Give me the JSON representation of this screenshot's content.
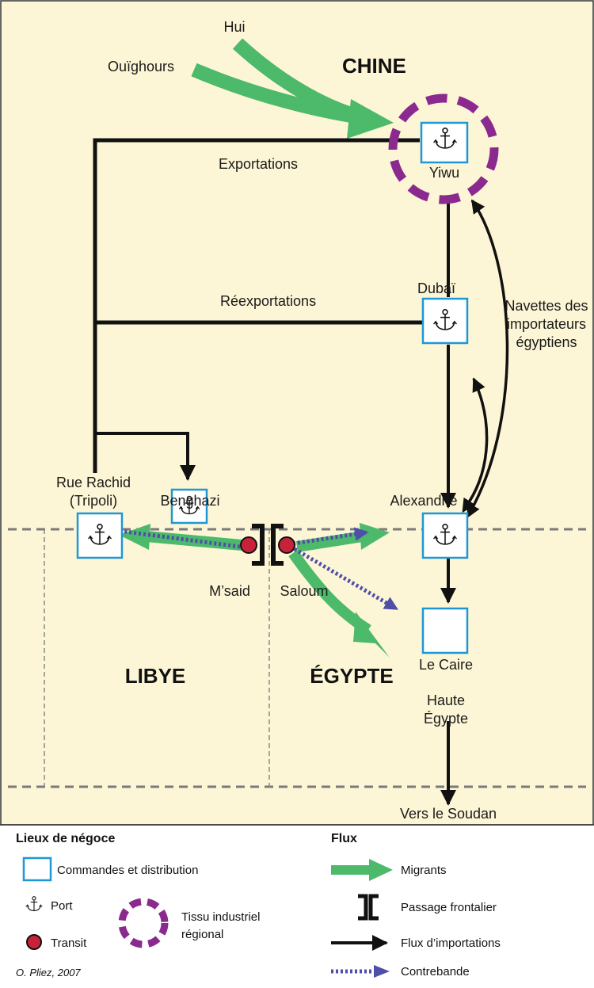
{
  "map": {
    "regions": {
      "china": "CHINE",
      "libya": "LIBYE",
      "egypt": "ÉGYPTE"
    },
    "groups": {
      "hui": "Hui",
      "uyghurs": "Ouïghours"
    },
    "places": {
      "yiwu": "Yiwu",
      "dubai": "Dubaï",
      "alexandria": "Alexandrie",
      "cairo": "Le Caire",
      "rue_rachid_1": "Rue Rachid",
      "rue_rachid_2": "(Tripoli)",
      "benghazi": "Benghazi",
      "msaid": "M’said",
      "saloum": "Saloum",
      "upper_egypt_1": "Haute",
      "upper_egypt_2": "Égypte",
      "sudan": "Vers le Soudan"
    },
    "flow_labels": {
      "exports": "Exportations",
      "reexports": "Réexportations",
      "shuttles_1": "Navettes des",
      "shuttles_2": "importateurs",
      "shuttles_3": "égyptiens"
    }
  },
  "legend": {
    "places_title": "Lieux de négoce",
    "flows_title": "Flux",
    "orders": "Commandes et distribution",
    "port": "Port",
    "transit": "Transit",
    "industrial_1": "Tissu industriel",
    "industrial_2": "régional",
    "migrants": "Migrants",
    "border": "Passage frontalier",
    "imports": "Flux d’importations",
    "smuggling": "Contrebande",
    "credit": "O. Pliez, 2007"
  },
  "colors": {
    "background": "#fdf6d6",
    "migrants": "#4cb96b",
    "smuggling": "#4f4fa8",
    "industrial": "#8b2a8e",
    "transit": "#c8223a",
    "site_border": "#1e97d6",
    "border_line": "#7a7a7a"
  },
  "icons": {
    "port": "anchor-icon",
    "transit": "red-dot-icon",
    "border": "border-crossing-icon"
  }
}
